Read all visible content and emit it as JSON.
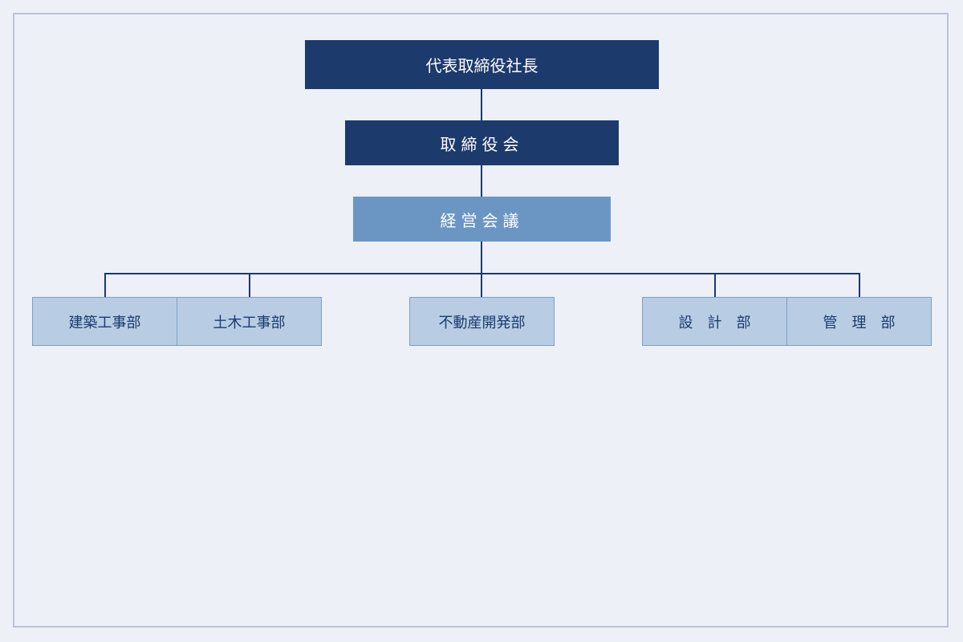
{
  "org_chart": {
    "president": "代表取締役社長",
    "board": "取締役会",
    "management_meeting": "経営会議",
    "departments": [
      {
        "label": "建築工事部"
      },
      {
        "label": "土木工事部"
      },
      {
        "label": "不動産開発部"
      },
      {
        "label": "設　計　部"
      },
      {
        "label": "管　理　部"
      }
    ]
  },
  "colors": {
    "background": "#edf0f6",
    "frame_border": "#b7c4da",
    "dark_box": "#1c3a6c",
    "mid_box": "#6b96c4",
    "light_box": "#b8cde4",
    "connector": "#1c3a6c"
  }
}
